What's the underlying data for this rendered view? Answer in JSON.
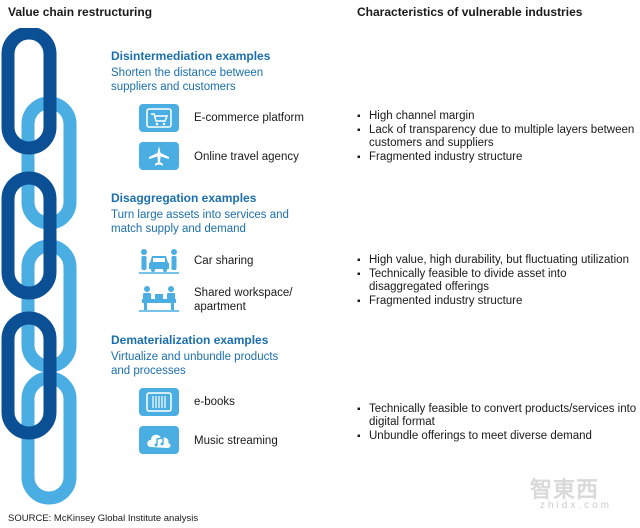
{
  "header": {
    "left_title": "Value chain restructuring",
    "right_title": "Characteristics of vulnerable industries"
  },
  "sections": [
    {
      "title": "Disintermediation examples",
      "subtitle_lines": [
        "Shorten the distance between",
        "suppliers and customers"
      ],
      "examples": [
        {
          "icon": "shopping-cart-icon",
          "label_lines": [
            "E-commerce platform"
          ]
        },
        {
          "icon": "airplane-icon",
          "label_lines": [
            "Online travel agency"
          ]
        }
      ],
      "characteristics": [
        "High channel margin",
        "Lack of transparency due to multiple layers between customers and suppliers",
        "Fragmented industry structure"
      ]
    },
    {
      "title": "Disaggregation examples",
      "subtitle_lines": [
        "Turn large assets into services and",
        "match supply and demand"
      ],
      "examples": [
        {
          "icon": "car-sharing-icon",
          "label_lines": [
            "Car sharing"
          ]
        },
        {
          "icon": "workspace-icon",
          "label_lines": [
            "Shared workspace/",
            "apartment"
          ]
        }
      ],
      "characteristics": [
        "High value, high durability, but fluctuating utilization",
        "Technically feasible to divide asset into disaggregated offerings",
        "Fragmented industry structure"
      ]
    },
    {
      "title": "Dematerialization examples",
      "subtitle_lines": [
        "Virtualize and unbundle products",
        "and processes"
      ],
      "examples": [
        {
          "icon": "ebook-icon",
          "label_lines": [
            "e-books"
          ]
        },
        {
          "icon": "cloud-music-icon",
          "label_lines": [
            "Music streaming"
          ]
        }
      ],
      "characteristics": [
        "Technically feasible to convert products/services into digital format",
        "Unbundle offerings to meet diverse demand"
      ]
    }
  ],
  "source": "SOURCE:  McKinsey Global Institute analysis",
  "watermark": {
    "text": "智東西",
    "sub": "zhidx.com"
  },
  "colors": {
    "dark_blue": "#0b4f94",
    "light_blue": "#4aaee3",
    "title_blue": "#1b6fae"
  }
}
